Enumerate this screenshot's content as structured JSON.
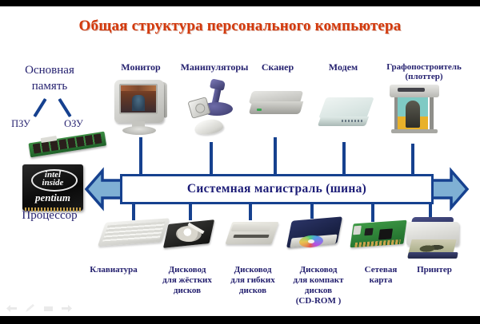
{
  "slide": {
    "title": "Общая структура персонального компьютера",
    "title_color": "#d3390c",
    "label_color": "#231f6e",
    "bus_border_color": "#16418f",
    "arrow_fill_color": "#7fb0d4"
  },
  "bus": {
    "label": "Системная магистраль (шина)"
  },
  "memory": {
    "title_line1": "Основная",
    "title_line2": "память",
    "rom": "ПЗУ",
    "ram": "ОЗУ"
  },
  "processor": {
    "label": "Процессор",
    "chip_brand_line1": "intel",
    "chip_brand_line2": "inside",
    "chip_model": "pentium"
  },
  "top_devices": [
    {
      "label": "Монитор",
      "icon": "crt-monitor-icon"
    },
    {
      "label": "Манипуляторы",
      "icon": "joystick-mouse-icon"
    },
    {
      "label": "Сканер",
      "icon": "flatbed-scanner-icon"
    },
    {
      "label": "Модем",
      "icon": "modem-icon"
    },
    {
      "label": "Графопостроитель\n(плоттер)",
      "line1": "Графопостроитель",
      "line2": "(плоттер)",
      "icon": "plotter-icon"
    }
  ],
  "bottom_devices": [
    {
      "line1": "Клавиатура",
      "line2": "",
      "line3": "",
      "line4": "",
      "icon": "keyboard-icon"
    },
    {
      "line1": "Дисковод",
      "line2": "для жёстких",
      "line3": "дисков",
      "line4": "",
      "icon": "hard-disk-drive-icon"
    },
    {
      "line1": "Дисковод",
      "line2": "для гибких",
      "line3": "дисков",
      "line4": "",
      "icon": "floppy-drive-icon"
    },
    {
      "line1": "Дисковод",
      "line2": "для компакт",
      "line3": "дисков",
      "line4": "(CD-ROM )",
      "icon": "cd-rom-drive-icon"
    },
    {
      "line1": "Сетевая",
      "line2": "карта",
      "line3": "",
      "line4": "",
      "icon": "network-card-icon"
    },
    {
      "line1": "Принтер",
      "line2": "",
      "line3": "",
      "line4": "",
      "icon": "printer-icon"
    }
  ],
  "controls": [
    {
      "name": "previous-slide-button",
      "glyph": "◄"
    },
    {
      "name": "pen-tool-button",
      "glyph": "✎"
    },
    {
      "name": "menu-button",
      "glyph": "▬"
    },
    {
      "name": "next-slide-button",
      "glyph": "►"
    }
  ]
}
